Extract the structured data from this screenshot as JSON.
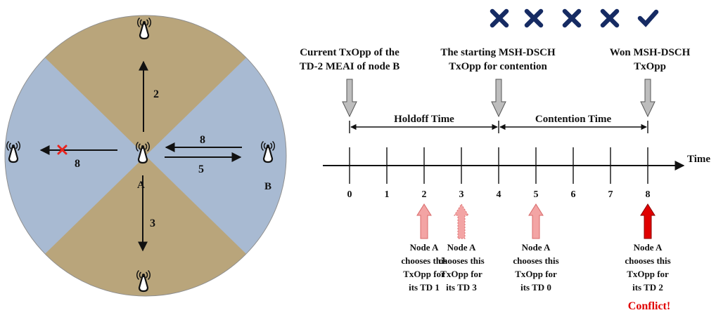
{
  "colors": {
    "sector_tan": "#b9a57b",
    "sector_blue": "#a8bad2",
    "cross_navy": "#162b63",
    "arrow_gray": "#bdbdbd",
    "arrow_pink": "#f3a4a4",
    "arrow_red": "#e00000",
    "conflict_red": "#e00000",
    "cross_red": "#e8231d",
    "text_dark": "#111111"
  },
  "icons": {
    "tower": "antenna-tower-icon",
    "crosses": [
      "x-mark-icon",
      "x-mark-icon",
      "x-mark-icon",
      "x-mark-icon"
    ],
    "check": "check-mark-icon"
  },
  "topology": {
    "node_a_label": "A",
    "node_b_label": "B",
    "up_label": "2",
    "down_label": "3",
    "left_label": "8",
    "a_to_b_label": "5",
    "b_to_a_label": "8"
  },
  "timeline": {
    "header_current": [
      "Current TxOpp of the",
      "TD-2 MEAI of node B"
    ],
    "header_start": [
      "The starting MSH-DSCH",
      "TxOpp for contention"
    ],
    "header_won": [
      "Won MSH-DSCH",
      "TxOpp"
    ],
    "holdoff_label": "Holdoff Time",
    "contention_label": "Contention Time",
    "axis_label": "Time",
    "ticks": [
      "0",
      "1",
      "2",
      "3",
      "4",
      "5",
      "6",
      "7",
      "8"
    ],
    "notes": [
      {
        "tick": "2",
        "lines": [
          "Node A",
          "chooses this",
          "TxOpp for",
          "its TD 1"
        ],
        "style": "pink-solid"
      },
      {
        "tick": "3",
        "lines": [
          "Node A",
          "chooses this",
          "TxOpp for",
          "its TD 3"
        ],
        "style": "pink-dashed"
      },
      {
        "tick": "5",
        "lines": [
          "Node A",
          "chooses this",
          "TxOpp for",
          "its TD 0"
        ],
        "style": "pink-solid"
      },
      {
        "tick": "8",
        "lines": [
          "Node A",
          "chooses this",
          "TxOpp for",
          "its TD 2"
        ],
        "style": "red"
      }
    ],
    "conflict_label": "Conflict!"
  }
}
